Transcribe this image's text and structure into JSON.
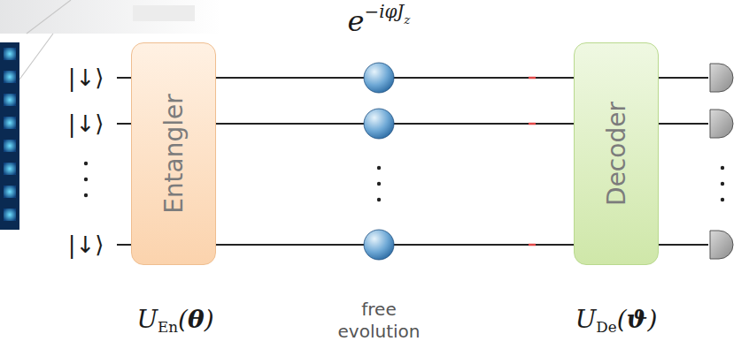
{
  "diagram": {
    "nodes": [
      {
        "text": [
          "Entangler"
        ]
      },
      {
        "text": [
          "Decoder"
        ]
      }
    ],
    "edges": [
      {
        "from": 0,
        "to": 1,
        "arrow": "none"
      },
      {
        "from": 0,
        "to": 1,
        "arrow": "none"
      },
      {
        "from": 0,
        "to": 1,
        "arrow": "none"
      }
    ],
    "labels": [
      "e−iφJz",
      "|↓⟩",
      "|↓⟩",
      "|↓⟩",
      "UEn(θ)",
      "free evolution",
      "UDe(ϑ)"
    ]
  }
}
